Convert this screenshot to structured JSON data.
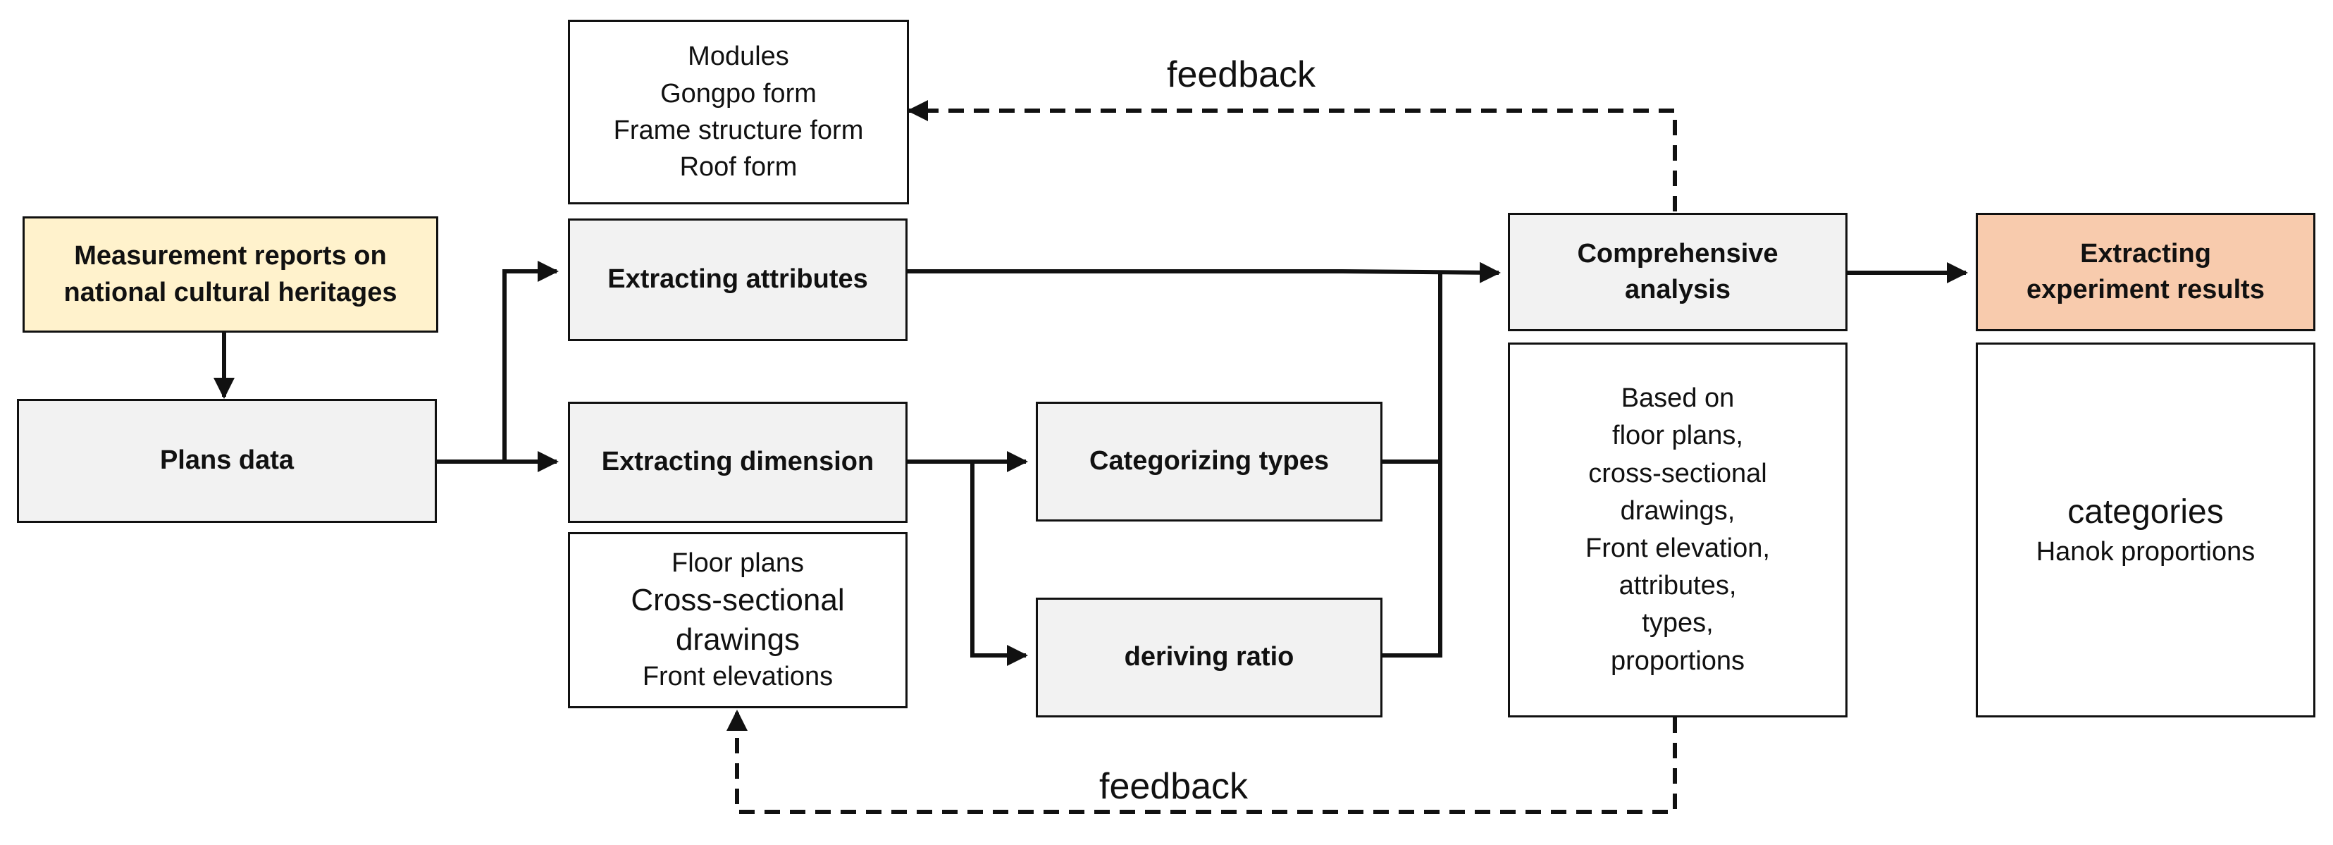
{
  "nodes": {
    "measurement_reports": [
      "Measurement reports on",
      "national cultural heritages"
    ],
    "plans_data": "Plans data",
    "extracting_attributes": "Extracting attributes",
    "extracting_dimension": "Extracting dimension",
    "categorizing_types": "Categorizing types",
    "deriving_ratio": "deriving ratio",
    "comprehensive_analysis": [
      "Comprehensive",
      "analysis"
    ],
    "extracting_results": [
      "Extracting",
      "experiment results"
    ]
  },
  "notes": {
    "attributes_list": [
      "Modules",
      "Gongpo form",
      "Frame structure form",
      "Roof form"
    ],
    "dimension_sources": [
      "Floor plans",
      "Cross-sectional",
      "drawings",
      "Front elevations"
    ],
    "analysis_basis": [
      "Based on",
      "floor plans,",
      "cross-sectional",
      "drawings,",
      "Front elevation,",
      "attributes,",
      "types,",
      "proportions"
    ],
    "results_list": [
      "categories",
      "Hanok proportions"
    ]
  },
  "edges": {
    "feedback_top": "feedback",
    "feedback_bottom": "feedback"
  },
  "colors": {
    "stroke": "#111111",
    "process_fill": "#f2f2f2",
    "source_fill": "#fff2cc",
    "result_fill": "#f8cbad"
  }
}
